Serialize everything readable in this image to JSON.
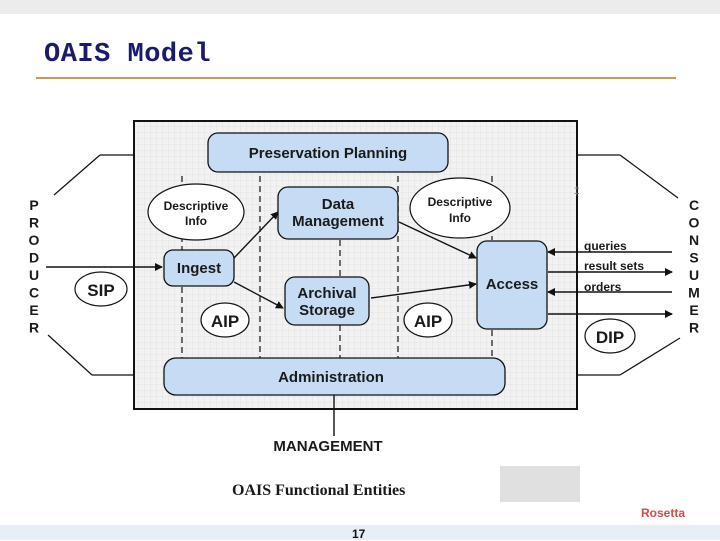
{
  "slide": {
    "title": "OAIS Model",
    "page_number": "17",
    "logo": "Rosetta"
  },
  "diagram": {
    "caption": "OAIS Functional Entities",
    "entities": {
      "preservation_planning": "Preservation Planning",
      "data_management": [
        "Data",
        "Management"
      ],
      "ingest": "Ingest",
      "archival_storage": [
        "Archival",
        "Storage"
      ],
      "access": "Access",
      "administration": "Administration"
    },
    "info_ovals": {
      "left": [
        "Descriptive",
        "Info"
      ],
      "right": [
        "Descriptive",
        "Info"
      ]
    },
    "packages": {
      "sip": "SIP",
      "aip_left": "AIP",
      "aip_right": "AIP",
      "dip": "DIP"
    },
    "consumer_inputs": [
      "queries",
      "result sets",
      "orders"
    ],
    "producer_label": "PRODUCER",
    "consumer_label": "CONSUMER",
    "management_label": "MANAGEMENT",
    "corner_mark": "++"
  },
  "colors": {
    "box_fill": "#c6dcf4",
    "panel_fill": "#f0f0f0",
    "title": "#1b1b6e",
    "rule": "#c79a55"
  }
}
